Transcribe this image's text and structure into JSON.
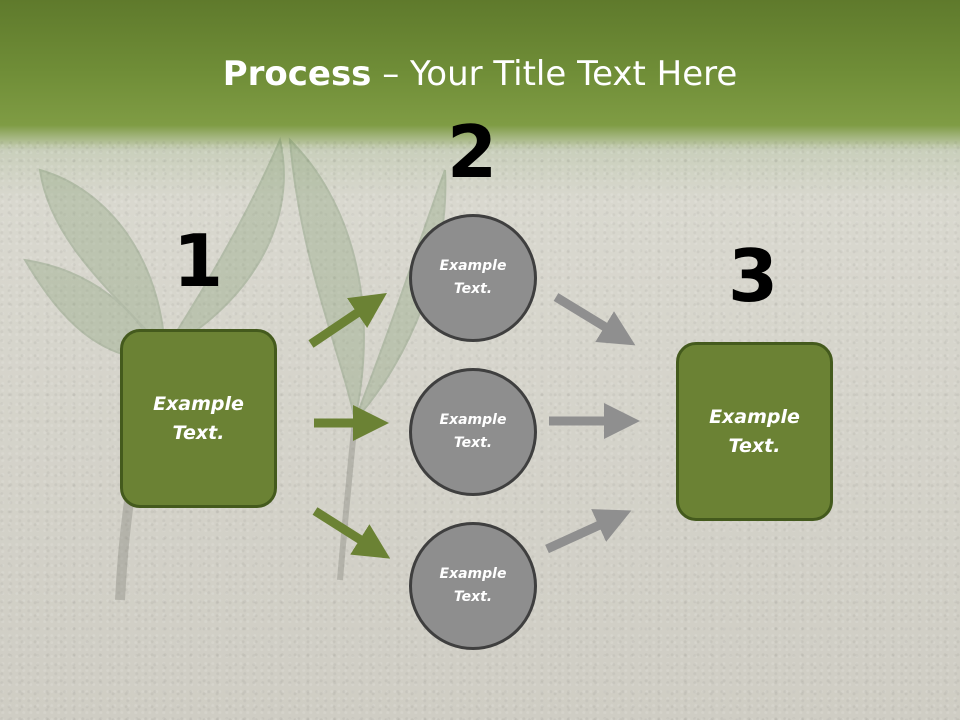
{
  "title": {
    "bold": "Process",
    "rest": " – Your Title Text Here"
  },
  "steps": {
    "one": "1",
    "two": "2",
    "three": "3"
  },
  "boxes": {
    "left_line1": "Example",
    "left_line2": "Text.",
    "right_line1": "Example",
    "right_line2": "Text."
  },
  "circles": [
    {
      "line1": "Example",
      "line2": "Text."
    },
    {
      "line1": "Example",
      "line2": "Text."
    },
    {
      "line1": "Example",
      "line2": "Text."
    }
  ],
  "colors": {
    "green_box": "#6b8234",
    "green_arrow": "#6b8234",
    "gray_circle": "#8e8e8e",
    "gray_arrow": "#8f8f8f",
    "header": "#6f8d37"
  }
}
